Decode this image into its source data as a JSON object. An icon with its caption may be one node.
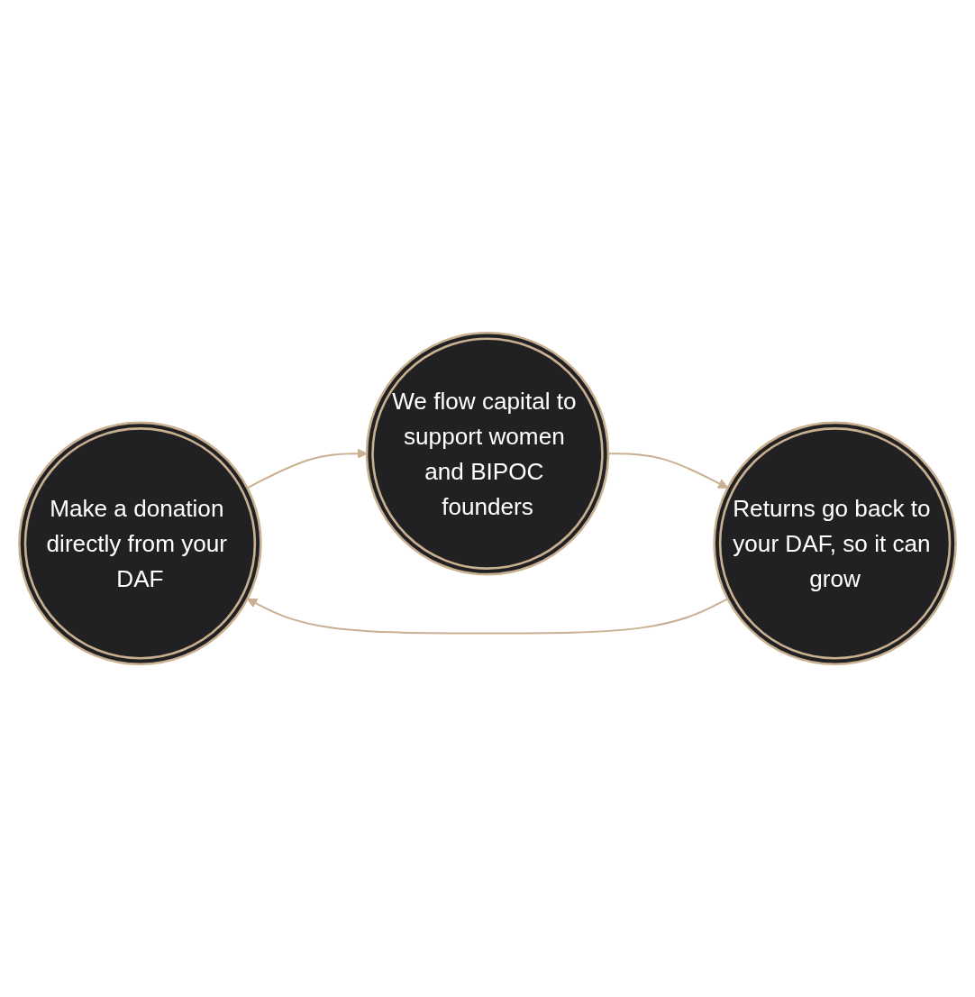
{
  "diagram": {
    "nodes": [
      {
        "text": [
          "Make a donation directly from your DAF"
        ]
      },
      {
        "text": [
          "We flow capital to support women and BIPOC founders"
        ]
      },
      {
        "text": [
          "Returns go back to your DAF, so it can grow"
        ]
      }
    ],
    "edges": [
      {
        "from": 0,
        "to": 1,
        "arrow": "to"
      },
      {
        "from": 1,
        "to": 2,
        "arrow": "to"
      },
      {
        "from": 2,
        "to": 0,
        "arrow": "to"
      }
    ]
  }
}
